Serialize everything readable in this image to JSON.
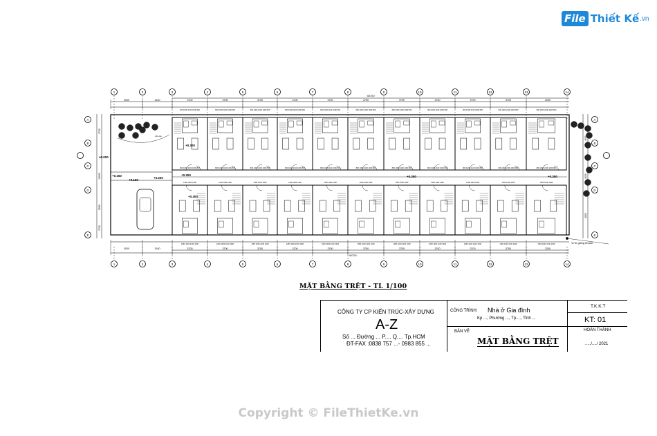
{
  "logo": {
    "brand_file": "File",
    "brand_rest": "Thiết Kế",
    "brand_tld": ".vn"
  },
  "plan": {
    "title": "MẶT BẰNG TRỆT - TL 1/100",
    "total_dimension_top": "40700",
    "total_dimension_bottom": "40700",
    "top_dims": [
      "3000",
      "3100",
      "3700",
      "3700",
      "3700",
      "3700",
      "3700",
      "3700",
      "3700",
      "3700",
      "3700",
      "3700",
      "3200"
    ],
    "bottom_dims": [
      "3000",
      "3100",
      "3700",
      "3700",
      "3700",
      "3700",
      "3700",
      "3700",
      "3700",
      "3700",
      "3700",
      "3700",
      "3200"
    ],
    "grid_top": [
      "1",
      "2",
      "3",
      "4",
      "5",
      "6",
      "7",
      "8",
      "9",
      "10",
      "11",
      "12",
      "13",
      "14"
    ],
    "grid_left": [
      "A",
      "B",
      "C",
      "D",
      "E"
    ],
    "grid_right": [
      "A",
      "B",
      "C",
      "D",
      "E"
    ],
    "levels": {
      "entry": "±0.000",
      "ramp1": "+0.150",
      "ramp2": "+0.200",
      "gate": "+0.150",
      "room_top": "+0.300",
      "corridor_left": "+0.250",
      "corridor_mid": "+0.250",
      "corridor_right": "+0.250",
      "room_bottom": "+0.300"
    },
    "notes": {
      "well": "Vị trí giếng khoan",
      "garden": "Lối vào"
    },
    "left_dims": [
      "3700",
      "10000",
      "5500",
      "3700"
    ],
    "right_dims": [
      "4000",
      "4000",
      "4000"
    ]
  },
  "title_block": {
    "company": "CÔNG TY CP KIẾN TRÚC-XÂY DỰNG",
    "company_name": "A-Z",
    "address": "Số ... Đường ... P.... Q.... Tp.HCM",
    "phone": "ĐT-FAX :0838 757 ...- 0983 855 ...",
    "project_label": "CÔNG TRÌNH:",
    "project_value": "Nhà ở Gia đình",
    "project_location": "Kp ..., Phường ..., Tp...., Tỉnh ...",
    "drawing_label": "BẢN VẼ",
    "drawing_value": "MẶT BẰNG TRỆT",
    "tkkt_label": "T.K.K.T",
    "sheet_value": "KT: 01",
    "complete_label": "HOÀN THÀNH",
    "date_value": "...../..../ 2021"
  },
  "copyright": "Copyright © FileThietKe.vn"
}
